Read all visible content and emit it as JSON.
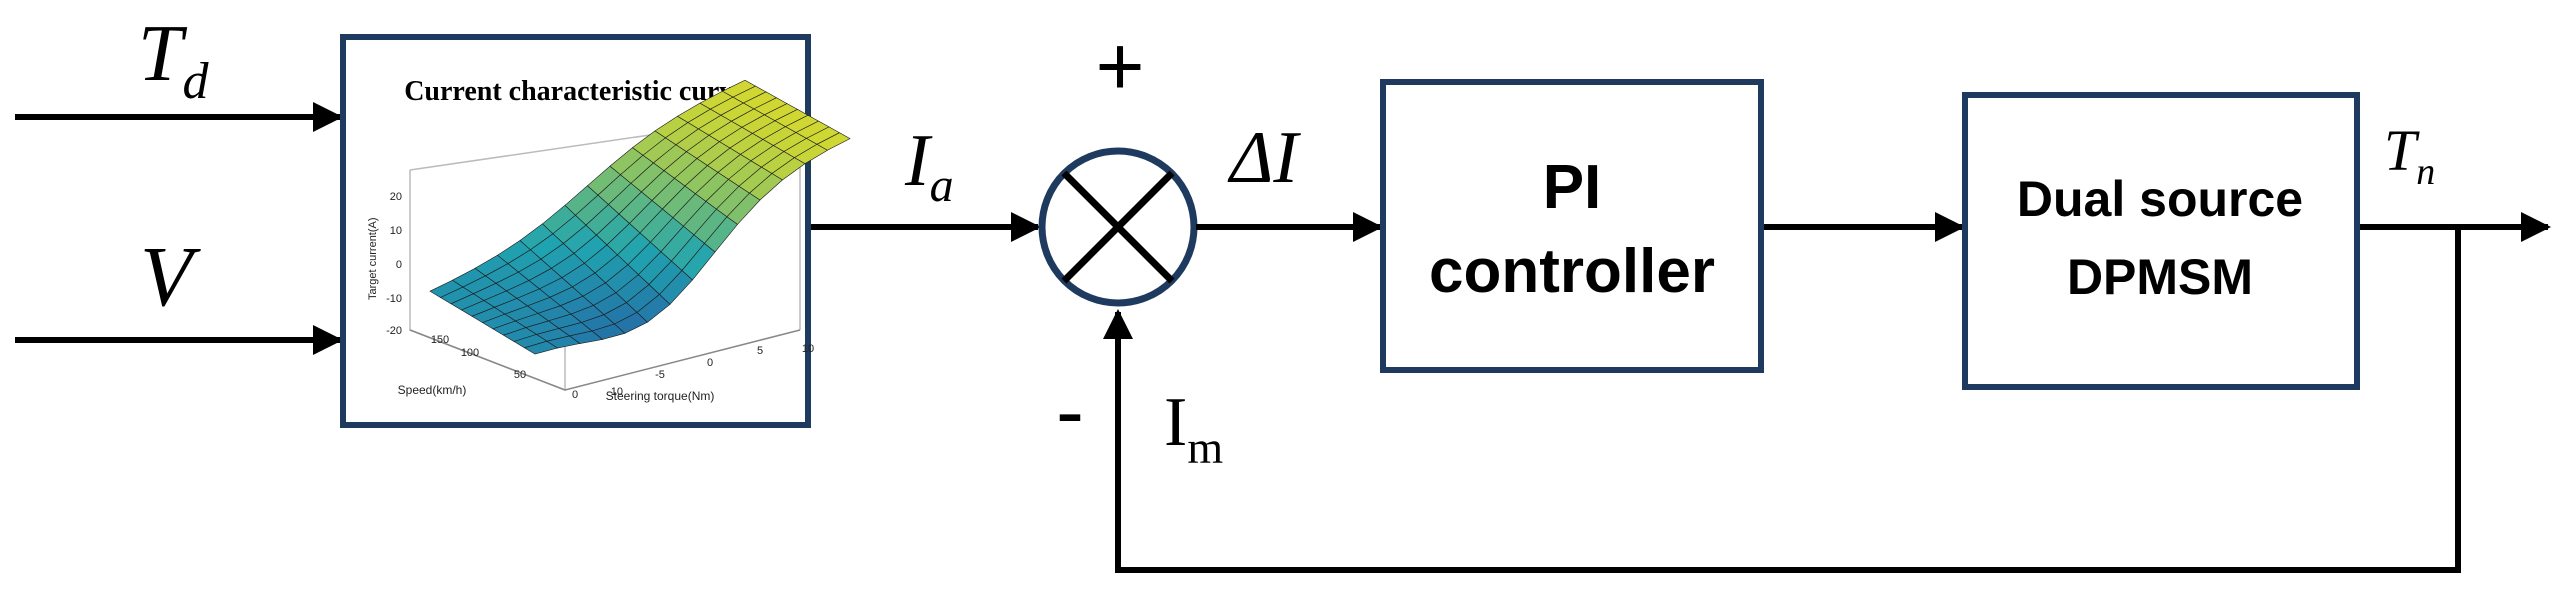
{
  "colors": {
    "line": "#000000",
    "box_border": "#1f3a5f",
    "surface_low": "#2a2a9a",
    "surface_mid": "#20a4b0",
    "surface_high": "#f2e11a"
  },
  "inputs": {
    "td": {
      "main": "T",
      "sub": "d"
    },
    "v": {
      "main": "V"
    }
  },
  "lookup_block": {
    "title": "Current characteristic curve",
    "plot": {
      "zlabel": "Target current(A)",
      "xlabel": "Steering torque(Nm)",
      "ylabel": "Speed(km/h)",
      "z_ticks": [
        "20",
        "10",
        "0",
        "-10",
        "-20"
      ],
      "x_ticks": [
        "-10",
        "-5",
        "0",
        "5",
        "10"
      ],
      "y_ticks": [
        "150",
        "100",
        "50",
        "0"
      ]
    }
  },
  "signals": {
    "ia": {
      "main": "I",
      "sub": "a"
    },
    "delta_i": {
      "main": "ΔI"
    },
    "tn": {
      "main": "T",
      "sub": "n"
    },
    "im": {
      "main": "I",
      "sub": "m"
    }
  },
  "summing_junction": {
    "plus": "+",
    "minus": "-"
  },
  "pi_block": {
    "line1": "PI",
    "line2": "controller"
  },
  "motor_block": {
    "line1": "Dual source",
    "line2": "DPMSM"
  }
}
